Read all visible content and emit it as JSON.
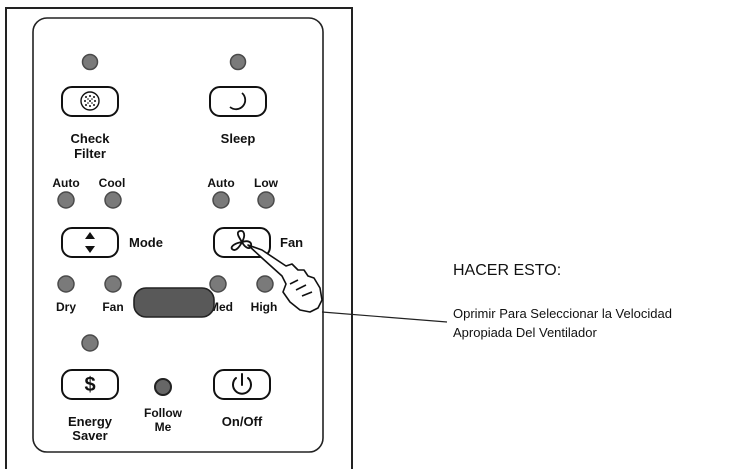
{
  "labels": {
    "check_filter": [
      "Check",
      "Filter"
    ],
    "sleep": "Sleep",
    "auto_left": "Auto",
    "cool": "Cool",
    "auto_right": "Auto",
    "low": "Low",
    "mode": "Mode",
    "fan_button": "Fan",
    "dry": "Dry",
    "fan_led": "Fan",
    "med": "Med",
    "high": "High",
    "energy_saver": [
      "Energy",
      "Saver"
    ],
    "follow_me": [
      "Follow",
      "Me"
    ],
    "on_off": "On/Off",
    "dollar": "$"
  },
  "instruction": {
    "title": "HACER ESTO:",
    "line1": "Oprimir Para Seleccionar la Velocidad",
    "line2": "Apropiada Del Ventilador"
  },
  "colors": {
    "led": "#7a7a7a",
    "led_outline": "#4a4a4a",
    "display": "#595959",
    "line": "#222222"
  },
  "icons": {
    "check_filter": "dotted-circle-icon",
    "sleep": "moon-icon",
    "mode": "up-down-arrows-icon",
    "fan": "fan-blades-icon",
    "energy_saver": "dollar-icon",
    "on_off": "power-icon",
    "pointer": "pointing-hand-icon"
  }
}
